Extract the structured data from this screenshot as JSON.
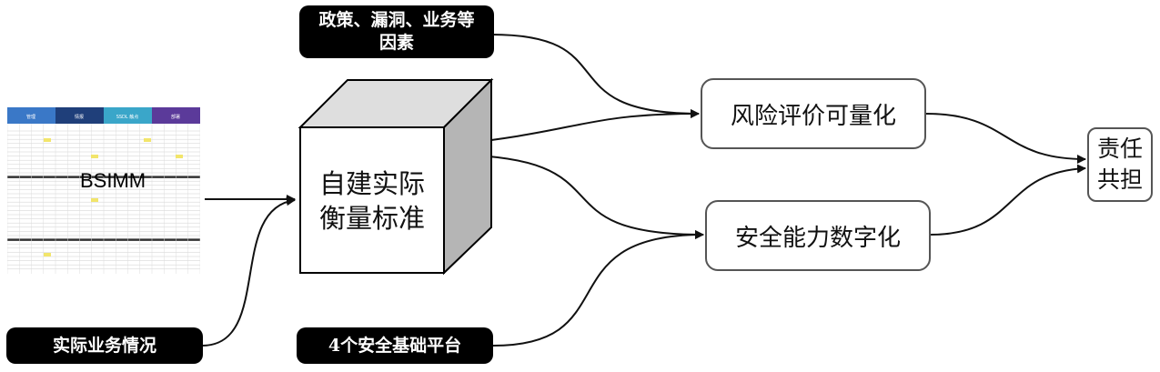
{
  "labels": {
    "policy": "政策、漏洞、业务等因素",
    "policy_line1": "政策、漏洞、业务等",
    "policy_line2": "因素",
    "actual_business": "实际业务情况",
    "platforms": "4个安全基础平台",
    "cube_line1": "自建实际",
    "cube_line2": "衡量标准",
    "risk_box": "风险评价可量化",
    "security_box": "安全能力数字化",
    "shared_line1": "责任",
    "shared_line2": "共担",
    "bsimm": "BSIMM"
  },
  "spreadsheet": {
    "headers": [
      "管理",
      "情报",
      "SSDL 触点",
      "部署"
    ],
    "header_colors": [
      "#3a78c7",
      "#1f3f7a",
      "#3aa6c9",
      "#5b3a9a"
    ]
  },
  "colors": {
    "label_bg": "#000000",
    "label_text": "#ffffff",
    "box_border": "#555555",
    "cube_side": "#b5b5b5",
    "cube_top": "#dedede",
    "connector": "#111111"
  }
}
